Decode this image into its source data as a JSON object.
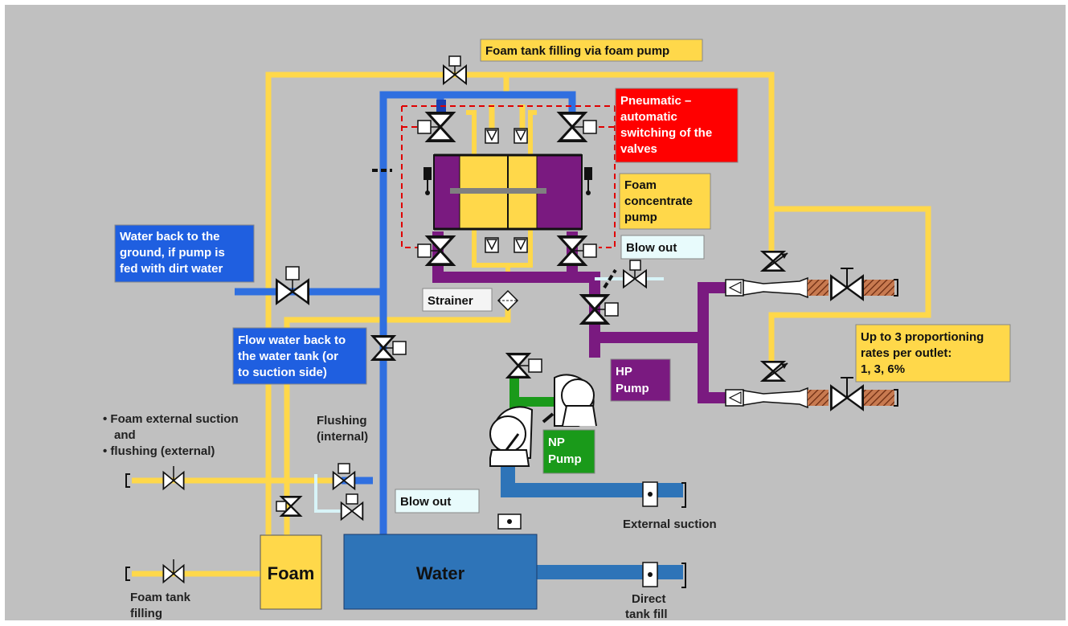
{
  "colors": {
    "background": "#c0c0c0",
    "foam_line": "#ffd84a",
    "water_line": "#2f6fe0",
    "water_tank": "#2e74b8",
    "hp_line": "#7a1a80",
    "np_line": "#1a9a1a",
    "pneumatic": "#e00000",
    "blowout_line": "#d8f4f8"
  },
  "labels": {
    "foam_tank_filling_pump": "Foam tank filling via foam pump",
    "pneumatic_line1": "Pneumatic –",
    "pneumatic_line2": "automatic",
    "pneumatic_line3": "switching of the",
    "pneumatic_line4": "valves",
    "foam_conc_line1": "Foam",
    "foam_conc_line2": "concentrate",
    "foam_conc_line3": "pump",
    "blowout_top": "Blow out",
    "blowout_bottom": "Blow out",
    "water_back_line1": "Water back to the",
    "water_back_line2": "ground, if pump is",
    "water_back_line3": "fed with dirt water",
    "strainer": "Strainer",
    "flow_back_line1": "Flow water back to",
    "flow_back_line2": "the water tank (or",
    "flow_back_line3": "to suction side)",
    "hp_pump_line1": "HP",
    "hp_pump_line2": "Pump",
    "np_pump_line1": "NP",
    "np_pump_line2": "Pump",
    "rates_line1": "Up to 3 proportioning",
    "rates_line2": "rates per outlet:",
    "rates_line3": "1, 3, 6%",
    "foam_ext_line1": "• Foam external suction",
    "foam_ext_line2": "and",
    "foam_ext_line3": "• flushing (external)",
    "flushing_line1": "Flushing",
    "flushing_line2": "(internal)",
    "external_suction": "External suction",
    "direct_line1": "Direct",
    "direct_line2": "tank fill",
    "foam_filling_line1": "Foam tank",
    "foam_filling_line2": "filling",
    "foam_tank": "Foam",
    "water_tank": "Water"
  }
}
